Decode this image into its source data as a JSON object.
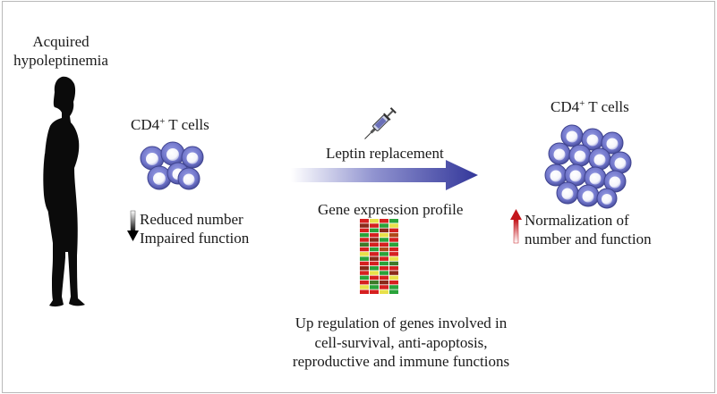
{
  "patient": {
    "line1": "Acquired",
    "line2": "hypoleptinemia"
  },
  "cells_before": {
    "label": "CD4",
    "sup": "+",
    "suffix": " T cells",
    "status_1": "Reduced number",
    "status_2": "Impaired function"
  },
  "treatment": {
    "label": "Leptin replacement",
    "profile_label": "Gene expression profile"
  },
  "cells_after": {
    "label": "CD4",
    "sup": "+",
    "suffix": " T cells",
    "status_1": "Normalization of",
    "status_2": "number and function"
  },
  "outcome": {
    "line1": "Up regulation of  genes  involved in",
    "line2": "cell-survival, anti-apoptosis,",
    "line3": "reproductive and immune functions"
  },
  "colors": {
    "cell_fill": "#6f74c9",
    "cell_core": "#ffffff",
    "arrow": "#3a3d9c",
    "heat_red": "#d62020",
    "heat_green": "#2aa33a",
    "heat_yellow": "#e8e04a",
    "silhouette": "#0b0b0b"
  }
}
